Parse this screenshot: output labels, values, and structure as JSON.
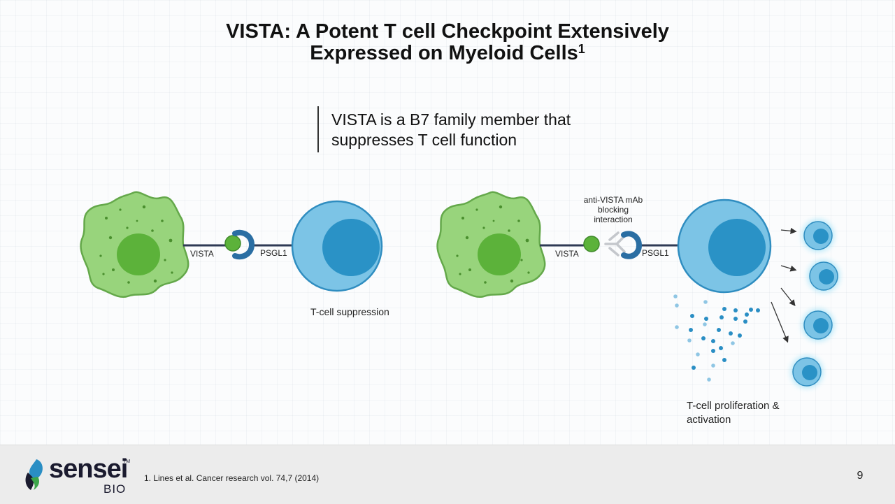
{
  "slide": {
    "title_line1": "VISTA: A Potent T cell Checkpoint Extensively",
    "title_line2": "Expressed on Myeloid Cells",
    "title_superscript": "1",
    "callout_line1": "VISTA is a B7 family member that",
    "callout_line2": "suppresses T cell function"
  },
  "diagram": {
    "left_panel": {
      "vista_label": "VISTA",
      "psgl1_label": "PSGL1",
      "caption": "T-cell suppression"
    },
    "right_panel": {
      "vista_label": "VISTA",
      "psgl1_label": "PSGL1",
      "mab_line1": "anti-VISTA mAb",
      "mab_line2": "blocking",
      "mab_line3": "interaction",
      "caption_line1": "T-cell proliferation &",
      "caption_line2": "activation"
    },
    "colors": {
      "myeloid_fill": "#98d47c",
      "myeloid_stroke": "#64a84a",
      "myeloid_nucleus": "#5cb23a",
      "tcell_fill": "#7cc4e6",
      "tcell_stroke": "#2f8dc0",
      "tcell_nucleus": "#2a92c6",
      "connector": "#2f3a55",
      "receptor": "#2a6ea3",
      "antibody": "#c4c7cc"
    }
  },
  "footer": {
    "footnote": "1. Lines et al. Cancer research vol. 74,7 (2014)",
    "page_number": "9",
    "logo_word": "sensei",
    "logo_tm": "TM",
    "logo_sub": "BIO"
  }
}
